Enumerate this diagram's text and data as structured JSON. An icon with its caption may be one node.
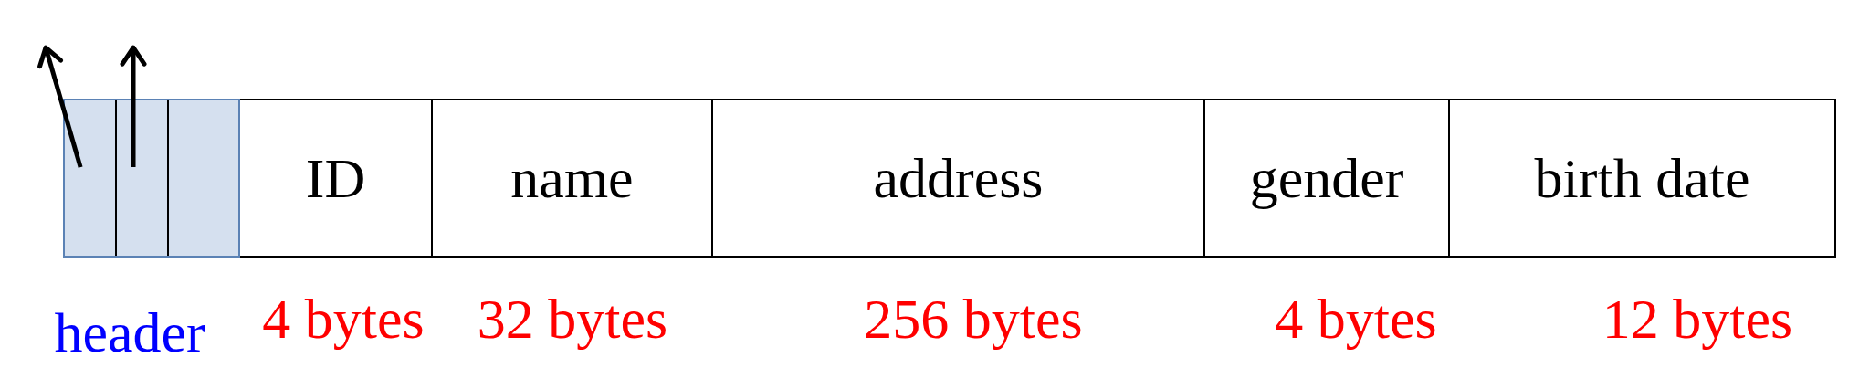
{
  "diagram": {
    "nodes": [
      {
        "text": [],
        "shape": "box",
        "beside": [
          "header"
        ]
      },
      {
        "text": [],
        "shape": "box",
        "in": 0
      },
      {
        "text": [],
        "shape": "box",
        "in": 0
      },
      {
        "text": [],
        "shape": "box",
        "in": 0
      },
      {
        "text": [
          "ID"
        ],
        "beside": [
          "4 bytes"
        ]
      },
      {
        "text": [
          "name"
        ],
        "beside": [
          "32 bytes"
        ]
      },
      {
        "text": [
          "address"
        ],
        "beside": [
          "256 bytes"
        ]
      },
      {
        "text": [
          "gender"
        ],
        "beside": [
          "4 bytes"
        ]
      },
      {
        "text": [
          "birth date"
        ],
        "beside": [
          "12 bytes"
        ]
      }
    ],
    "edges": [
      {
        "from": 1,
        "to": null,
        "arrow": "to"
      },
      {
        "from": 2,
        "to": null,
        "arrow": "to"
      }
    ]
  }
}
